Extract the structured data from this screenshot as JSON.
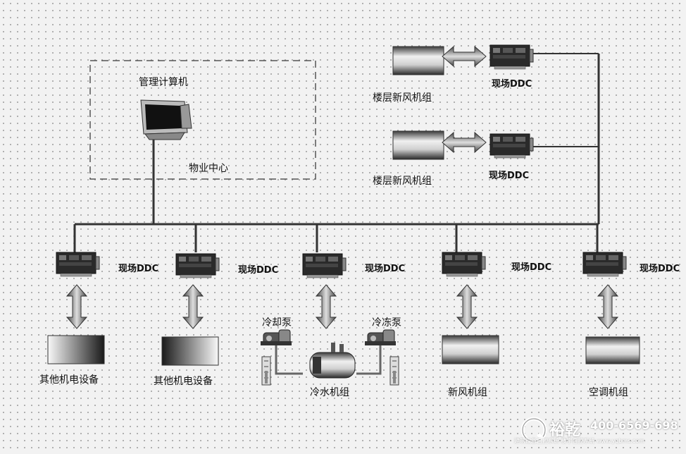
{
  "labels": {
    "mgmt_computer": "管理计算机",
    "property_center": "物业中心",
    "floor_ahu": "楼层新风机组",
    "field_ddc": "现场DDC",
    "other_equipment": "其他机电设备",
    "cooling_pump": "冷却泵",
    "chilled_pump": "冷冻泵",
    "chiller": "冷水机组",
    "fresh_air_unit": "新风机组",
    "ac_unit": "空调机组"
  },
  "watermark": {
    "brand": "裕乾",
    "phone": "400-6569-698",
    "url": "www.yqbms.com",
    "tagline": "建筑设备自控系统 楼宇自控系统"
  },
  "colors": {
    "line": "#333333",
    "board": "#2a2a2a",
    "dashed_border": "#555555"
  }
}
